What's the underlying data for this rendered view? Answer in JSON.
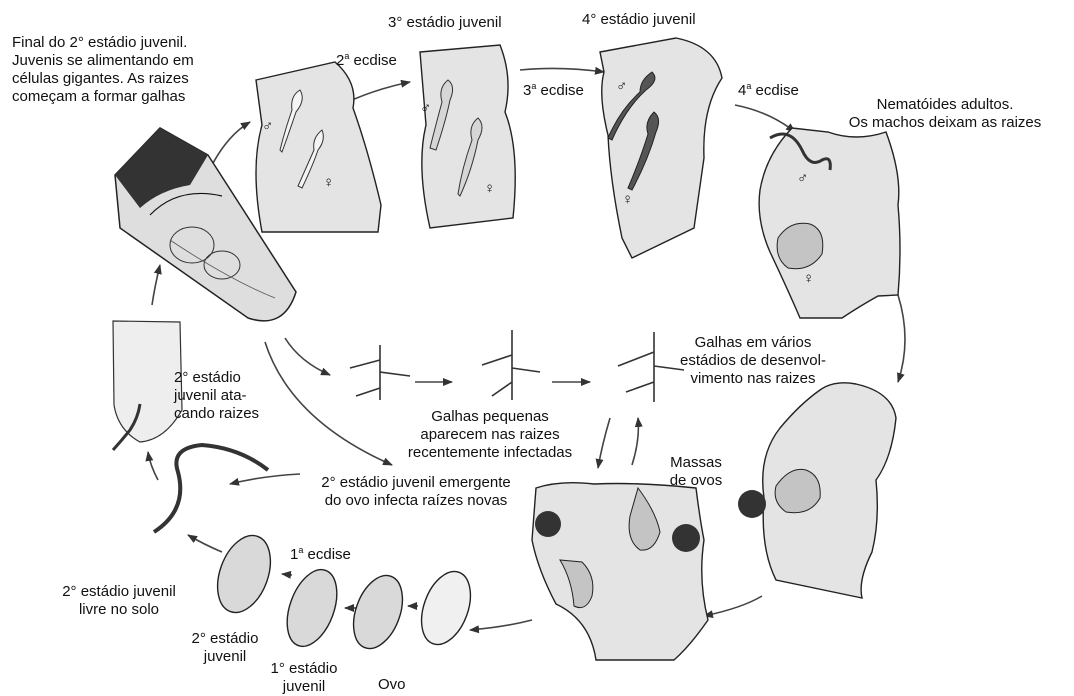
{
  "labels": {
    "final_2_estadio": "Final do 2° estádio juvenil.\nJuvenis se alimentando em\ncélulas gigantes. As raizes\ncomeçam a formar galhas",
    "estadio3": "3° estádio juvenil",
    "estadio4": "4° estádio juvenil",
    "ecdise2_num": "2",
    "ecdise3_num": "3",
    "ecdise4_num": "4",
    "ecdise1_num": "1",
    "ecdise_word": "ecdise",
    "adultos": "Nematóides adultos.\nOs machos deixam as raizes",
    "galhas_varios": "Galhas em vários\nestádios de desenvol-\nvimento nas raizes",
    "galhas_pequenas": "Galhas pequenas\naparecem nas raizes\nrecentemente infectadas",
    "massas_ovos": "Massas\nde ovos",
    "emergente": "2° estádio juvenil emergente\ndo ovo infecta raízes novas",
    "atacando": "2° estádio\njuvenil ata-\ncando raizes",
    "livre_solo": "2° estádio juvenil\nlivre no solo",
    "juvenil2": "2° estádio\njuvenil",
    "juvenil1": "1° estádio\njuvenil",
    "ovo": "Ovo",
    "male_symbol": "♂",
    "female_symbol": "♀"
  }
}
